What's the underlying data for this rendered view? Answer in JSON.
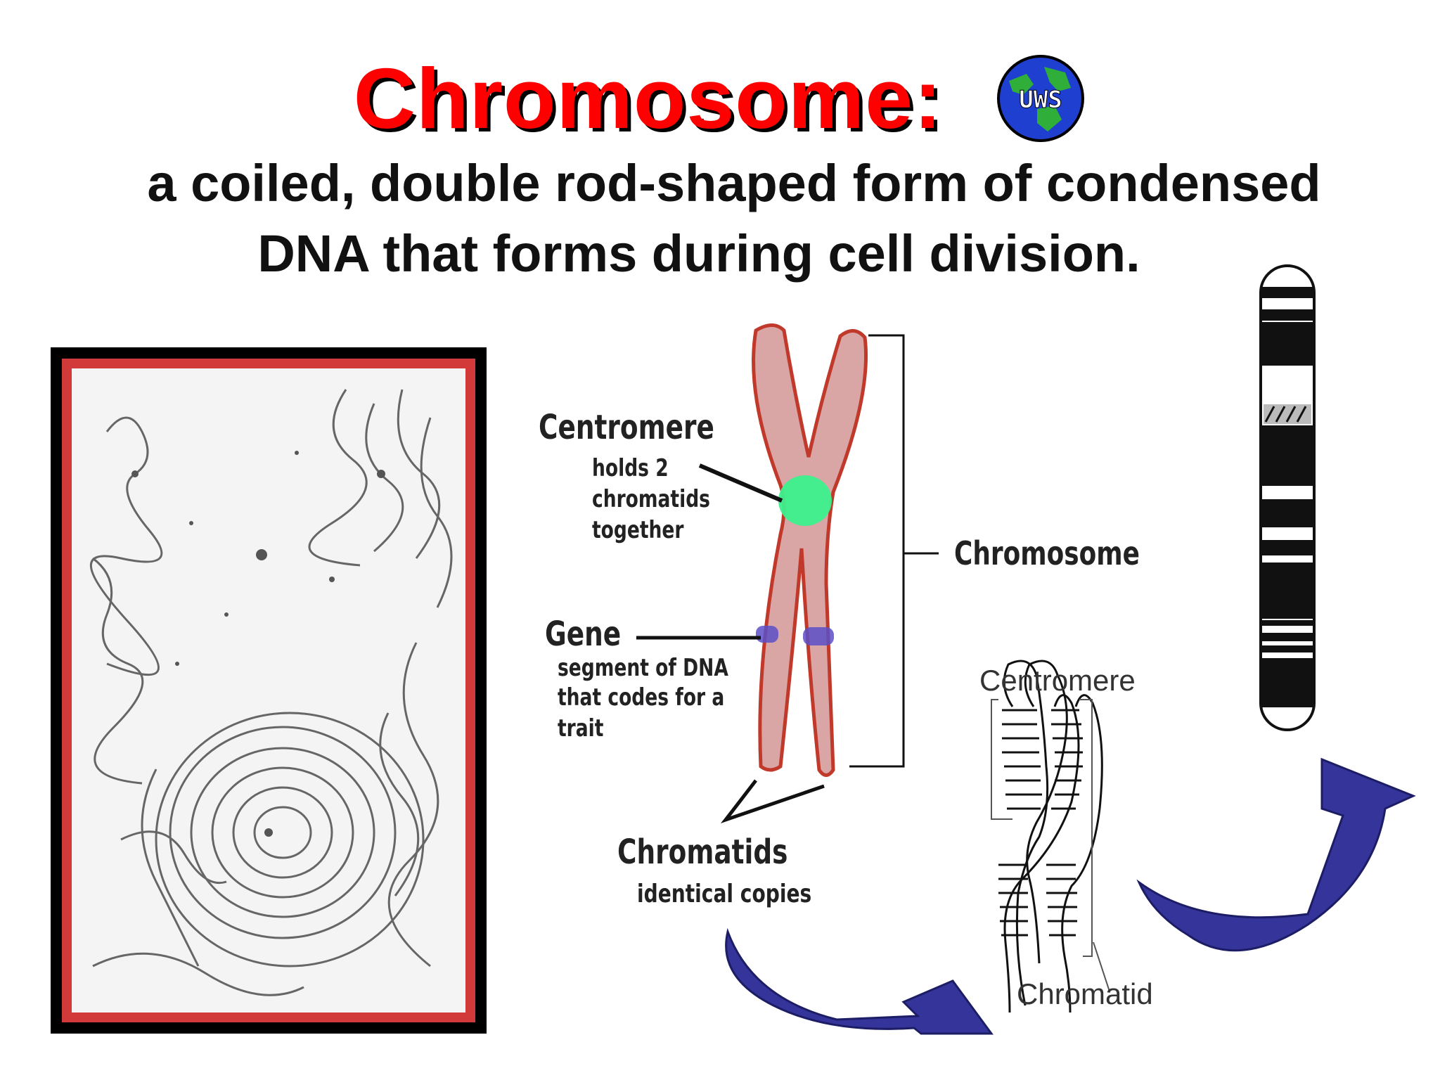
{
  "slide": {
    "title": "Chromosome:",
    "subtitle_line1": "a coiled, double rod-shaped form of condensed",
    "subtitle_line2": "DNA that forms during cell division."
  },
  "logo": {
    "icon": "globe-logo-icon",
    "text": "UWS"
  },
  "diagram": {
    "centromere_title": "Centromere",
    "centromere_desc": [
      "holds 2",
      "chromatids",
      "together"
    ],
    "gene_title": "Gene",
    "gene_desc": [
      "segment of DNA",
      "that codes for a",
      "trait"
    ],
    "chromatids_title": "Chromatids",
    "chromatids_desc": "identical copies",
    "chromosome_label": "Chromosome"
  },
  "coiled": {
    "centromere_label": "Centromere",
    "chromatid_label": "Chromatid"
  },
  "colors": {
    "title": "#ff0000",
    "chromosome_fill": "#d9a5a5",
    "chromosome_outline": "#c0392b",
    "centromere": "#3cf08c",
    "gene_band": "#5a4fc8",
    "arrow": "#34349a",
    "micrograph_frame": "#d23a3a"
  }
}
